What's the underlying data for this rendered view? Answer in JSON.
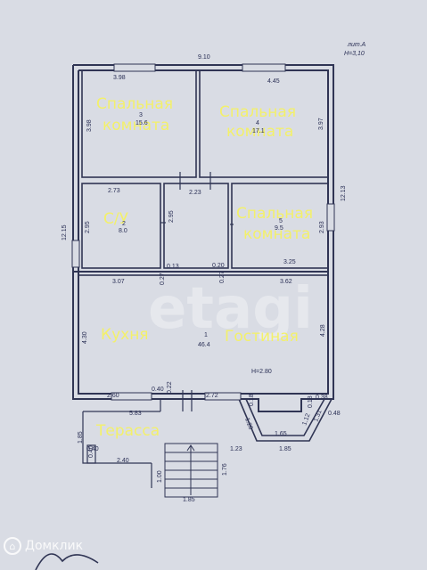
{
  "header": {
    "lit": "лит.А",
    "height": "H=3,10"
  },
  "outer_dims": {
    "top": "9.10",
    "left": "12.15",
    "right": "12.13"
  },
  "rooms": [
    {
      "id": "bedroom1",
      "name": "Спальная комната",
      "number": "3",
      "area": "15.6"
    },
    {
      "id": "bedroom2",
      "name": "Спальная комната",
      "number": "4",
      "area": "17.1"
    },
    {
      "id": "bathroom",
      "name": "С/У",
      "number": "2",
      "area": "8.0"
    },
    {
      "id": "bedroom3",
      "name": "Спальная комната",
      "number": "5",
      "area": "9.5"
    },
    {
      "id": "kitchen",
      "name": "Кухня",
      "number": "",
      "area": ""
    },
    {
      "id": "living",
      "name": "Гостиная",
      "number": "1",
      "area": "46.4"
    }
  ],
  "room_dims": {
    "r3_w": "3.98",
    "r3_h": "3.98",
    "r4_w": "4.45",
    "r4_h": "3.97",
    "su_w": "2.73",
    "su_h": "2.95",
    "corr_w": "2.23",
    "corr_h": "2.95",
    "r5_h": "2.93",
    "r5_w": "3.25",
    "d013": "0.13",
    "d020": "0.20",
    "d027a": "0.27",
    "d027b": "0.27",
    "k_w": "3.07",
    "l_w": "3.62",
    "k_h": "4.30",
    "l_h": "4.28",
    "ceiling": "H=2.80",
    "b260": "2.60",
    "b040": "0.40",
    "b022": "0.22",
    "b272": "2.72",
    "b018a": "0.18",
    "b018b": "0.18",
    "b038": "0.38",
    "b048": "0.48",
    "b583": "5.83",
    "b120": "1.20",
    "b112": "1.12",
    "b165": "1.65",
    "b185a": "1.85",
    "b123": "1.23",
    "b131": "1.31"
  },
  "terrace": {
    "name": "Терасса",
    "d185": "1.85",
    "d040a": "0.40",
    "d040b": "0.40",
    "d240": "2.40",
    "d100": "1.00",
    "d176": "1.76",
    "d185b": "1.85"
  },
  "watermark": "etagi",
  "brand": "Домклик"
}
